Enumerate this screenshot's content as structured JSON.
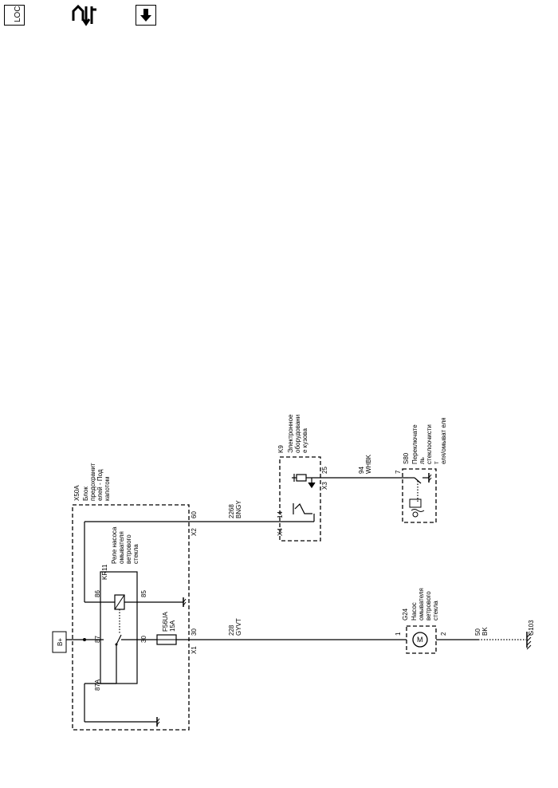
{
  "toolbar": {
    "loc_label": "LOC",
    "icons": [
      "location-icon",
      "connector-pinout-icon",
      "down-arrow-icon"
    ]
  },
  "diagram": {
    "battery": "B+",
    "fusebox": {
      "id": "X50A",
      "name": "Блок предохранит елей - Под капотом"
    },
    "relay": {
      "id": "KR11",
      "name": "Реле насоса омывателя ветрового стекла",
      "pins": [
        "86",
        "85",
        "87",
        "87A",
        "30"
      ]
    },
    "fuse": {
      "id": "F56UA",
      "rating": "15A"
    },
    "connectors": {
      "x1": "X1",
      "x2": "X2",
      "x3": "X3",
      "x4": "X4"
    },
    "pins": {
      "x1_30": "30",
      "x2_60": "60",
      "k9_14": "14",
      "k9_25": "25",
      "s80_7": "7",
      "g24_1": "1",
      "g24_2": "2"
    },
    "wires": [
      {
        "circuit": "228",
        "color": "GYVT"
      },
      {
        "circuit": "2268",
        "color": "BNGY"
      },
      {
        "circuit": "94",
        "color": "WHBK"
      },
      {
        "circuit": "50",
        "color": "BK"
      }
    ],
    "module": {
      "id": "K9",
      "name": "Электронное оборудовани е кузова"
    },
    "switch": {
      "id": "S80",
      "name": "Переключате ль стеклоочисти теля/омыват еля"
    },
    "pump": {
      "id": "G24",
      "name": "Насос омывателя ветрового стекла",
      "symbol": "M"
    },
    "ground": {
      "id": "G103"
    }
  }
}
